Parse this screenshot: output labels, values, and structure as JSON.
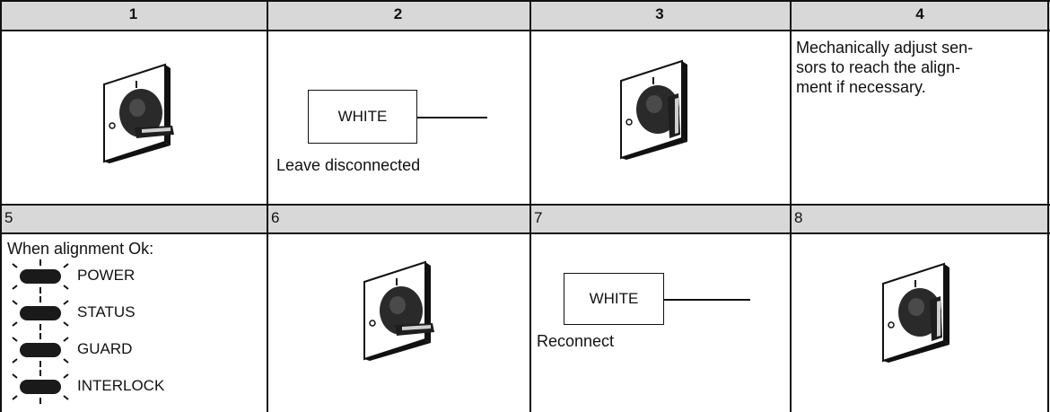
{
  "header_row_1": [
    "1",
    "2",
    "3",
    "4"
  ],
  "header_row_2": [
    "5",
    "6",
    "7",
    "8"
  ],
  "step2": {
    "box_label": "WHITE",
    "caption": "Leave disconnected"
  },
  "step4": {
    "text_lines": [
      "Mechanically adjust sen-",
      "sors to reach the align-",
      "ment if necessary."
    ]
  },
  "step5": {
    "intro": "When alignment Ok:",
    "leds": [
      {
        "label": "POWER",
        "state": "blinking"
      },
      {
        "label": "STATUS",
        "state": "blinking"
      },
      {
        "label": "GUARD",
        "state": "blinking"
      },
      {
        "label": "INTERLOCK",
        "state": "blinking"
      }
    ]
  },
  "step7": {
    "box_label": "WHITE",
    "caption": "Reconnect"
  },
  "switch_icons": {
    "step1": "rotary-switch-horizontal-icon",
    "step3": "rotary-switch-vertical-icon",
    "step6": "rotary-switch-horizontal-icon",
    "step8": "rotary-switch-vertical-icon"
  },
  "colors": {
    "header_bg": "#d8d8d8",
    "border": "#111111",
    "knob": "#2a2a2a"
  }
}
